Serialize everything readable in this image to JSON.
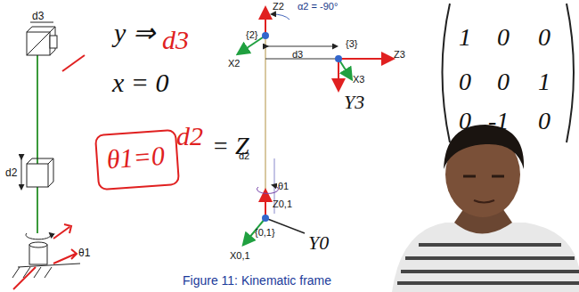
{
  "diagram": {
    "caption": "Figure 11: Kinematic frame",
    "nodes": [
      {
        "text": [
          "θ1=0"
        ]
      }
    ],
    "labels": [
      "d3",
      "y ⇒",
      "d3",
      "x = 0",
      "d2",
      "= Z",
      "d2",
      "θ1",
      "Z2",
      "α2 = -90°",
      "{2}",
      "X2",
      "d3",
      "{3}",
      "Z3",
      "X3",
      "Y3",
      "d2",
      "θ1",
      "Z0,1",
      "{0,1}",
      "Y0",
      "X0,1",
      "1",
      "0",
      "0",
      "0",
      "0",
      "1",
      "0",
      "-1",
      "0"
    ]
  }
}
